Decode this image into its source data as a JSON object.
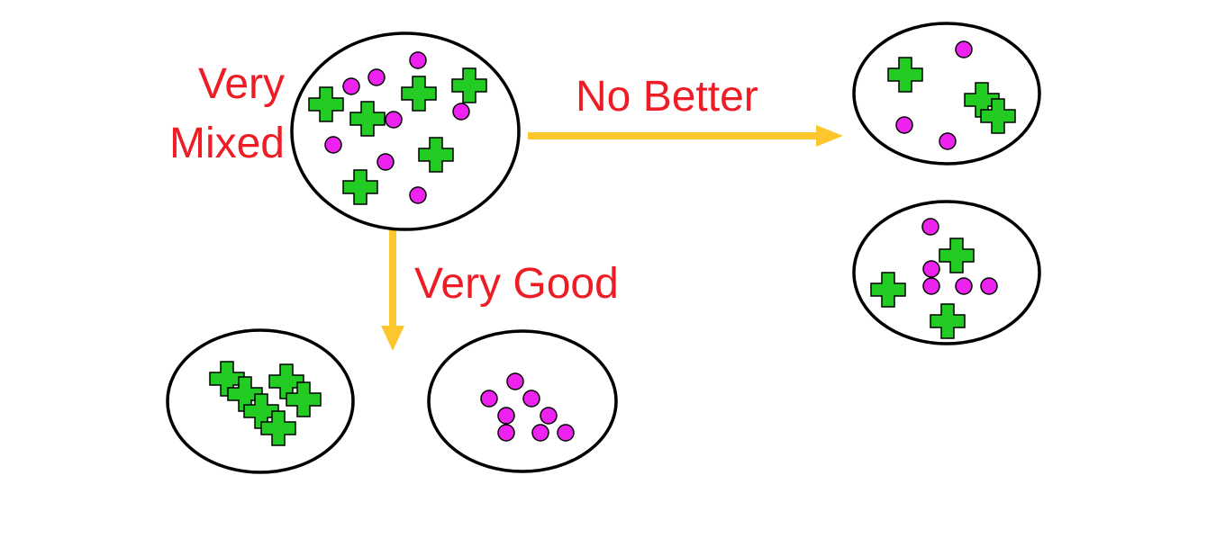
{
  "labels": {
    "very": "Very",
    "mixed": "Mixed",
    "no_better": "No Better",
    "very_good": "Very Good"
  },
  "colors": {
    "label_text": "#ee1c24",
    "arrow": "#fcc62f",
    "cross_fill": "#22cc22",
    "dot_fill": "#ee22ee",
    "outline": "#000000",
    "background": "#ffffff"
  },
  "icons": {
    "cross": "green-plus-cross-icon",
    "dot": "magenta-circle-icon",
    "arrow": "yellow-arrow-icon"
  }
}
